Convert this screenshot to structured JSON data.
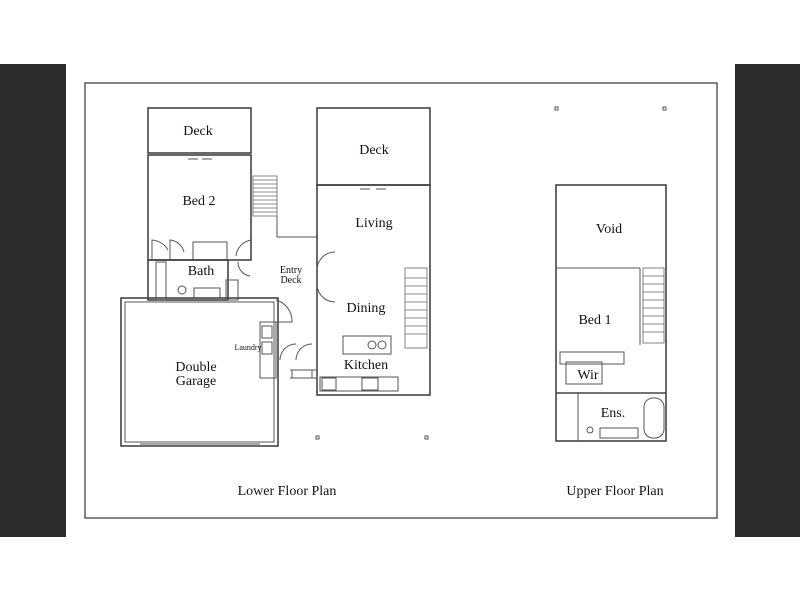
{
  "lower_floor": {
    "caption": "Lower Floor Plan",
    "rooms": {
      "deck_left": "Deck",
      "bed2": "Bed 2",
      "bath": "Bath",
      "entry_line1": "Entry",
      "entry_line2": "Deck",
      "deck_right": "Deck",
      "living": "Living",
      "dining": "Dining",
      "kitchen": "Kitchen",
      "laundry": "Laundry",
      "garage_line1": "Double",
      "garage_line2": "Garage"
    }
  },
  "upper_floor": {
    "caption": "Upper Floor Plan",
    "rooms": {
      "void": "Void",
      "bed1": "Bed 1",
      "wir": "Wir",
      "ens": "Ens."
    }
  }
}
